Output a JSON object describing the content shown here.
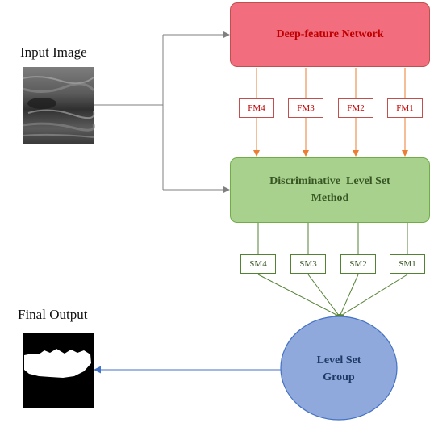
{
  "labels": {
    "input_image": "Input Image",
    "final_output": "Final Output"
  },
  "nodes": {
    "deep_feature_network": "Deep-feature Network",
    "discriminative_level_set_line1": "Discriminative  Level Set",
    "discriminative_level_set_line2": "Method",
    "level_set_group_line1": "Level Set",
    "level_set_group_line2": "Group"
  },
  "feature_maps": [
    "FM4",
    "FM3",
    "FM2",
    "FM1"
  ],
  "segmentation_maps": [
    "SM4",
    "SM3",
    "SM2",
    "SM1"
  ],
  "colors": {
    "deep_network_fill": "#f26d7d",
    "deep_network_text": "#c00000",
    "dlsm_fill": "#a9d18e",
    "dlsm_text": "#375623",
    "group_fill": "#8fa9dc",
    "group_text": "#1f3864",
    "orange_connector": "#ed7d31",
    "green_connector": "#548235",
    "blue_arrow": "#4472c4",
    "gray_connector": "#7f7f7f"
  }
}
